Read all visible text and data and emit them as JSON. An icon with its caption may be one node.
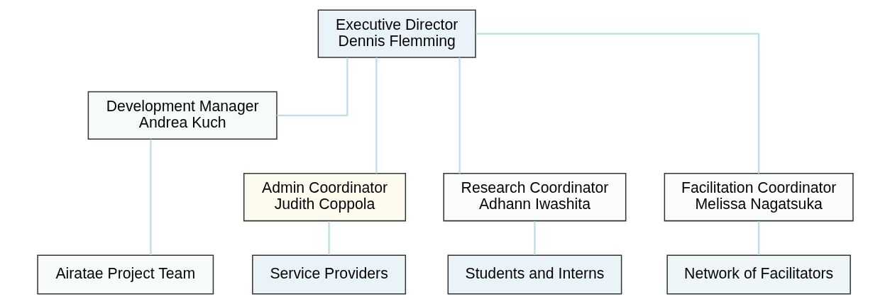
{
  "diagram": {
    "nodes": [
      {
        "text": [
          "Executive Director",
          "Dennis Flemming"
        ]
      },
      {
        "text": [
          "Development Manager",
          "Andrea Kuch"
        ]
      },
      {
        "text": [
          "Admin Coordinator",
          "Judith Coppola"
        ]
      },
      {
        "text": [
          "Research Coordinator",
          "Adhann Iwashita"
        ]
      },
      {
        "text": [
          "Facilitation Coordinator",
          "Melissa Nagatsuka"
        ]
      },
      {
        "text": [
          "Service Providers"
        ]
      },
      {
        "text": [
          "Students and Interns"
        ]
      },
      {
        "text": [
          "Network of Facilitators"
        ]
      },
      {
        "text": [
          "Airatae Project Team"
        ]
      }
    ],
    "edges": [
      {
        "from": 0,
        "to": 1,
        "arrow": "none"
      },
      {
        "from": 0,
        "to": 2,
        "arrow": "none"
      },
      {
        "from": 0,
        "to": 3,
        "arrow": "none"
      },
      {
        "from": 0,
        "to": 4,
        "arrow": "none"
      },
      {
        "from": 2,
        "to": 5,
        "arrow": "none"
      },
      {
        "from": 3,
        "to": 6,
        "arrow": "none"
      },
      {
        "from": 4,
        "to": 7,
        "arrow": "none"
      },
      {
        "from": 1,
        "to": 8,
        "arrow": "none"
      }
    ]
  }
}
